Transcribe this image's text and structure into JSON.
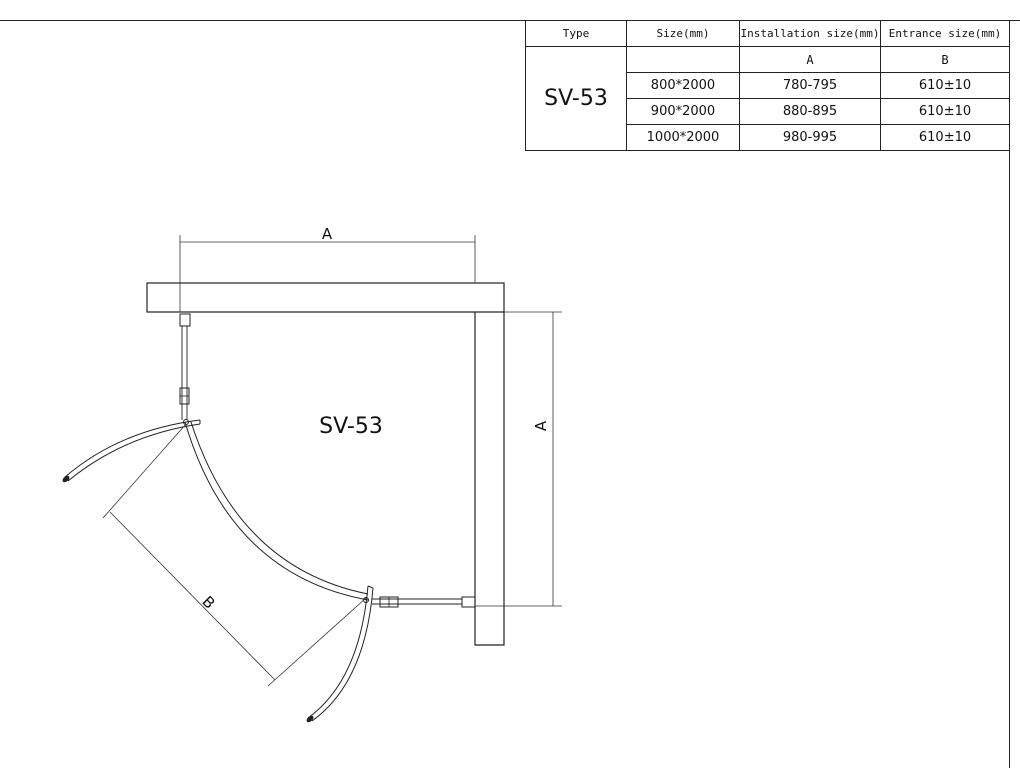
{
  "table": {
    "headers": {
      "type": "Type",
      "size": "Size(mm)",
      "installation": "Installation size(mm)",
      "entrance": "Entrance size(mm)"
    },
    "sub_headers": {
      "installation": "A",
      "entrance": "B"
    },
    "model": "SV-53",
    "rows": [
      {
        "size": "800*2000",
        "installation": "780-795",
        "entrance": "610±10"
      },
      {
        "size": "900*2000",
        "installation": "880-895",
        "entrance": "610±10"
      },
      {
        "size": "1000*2000",
        "installation": "980-995",
        "entrance": "610±10"
      }
    ]
  },
  "drawing": {
    "model_label": "SV-53",
    "dim_top": "A",
    "dim_right": "A",
    "dim_entrance": "B"
  }
}
